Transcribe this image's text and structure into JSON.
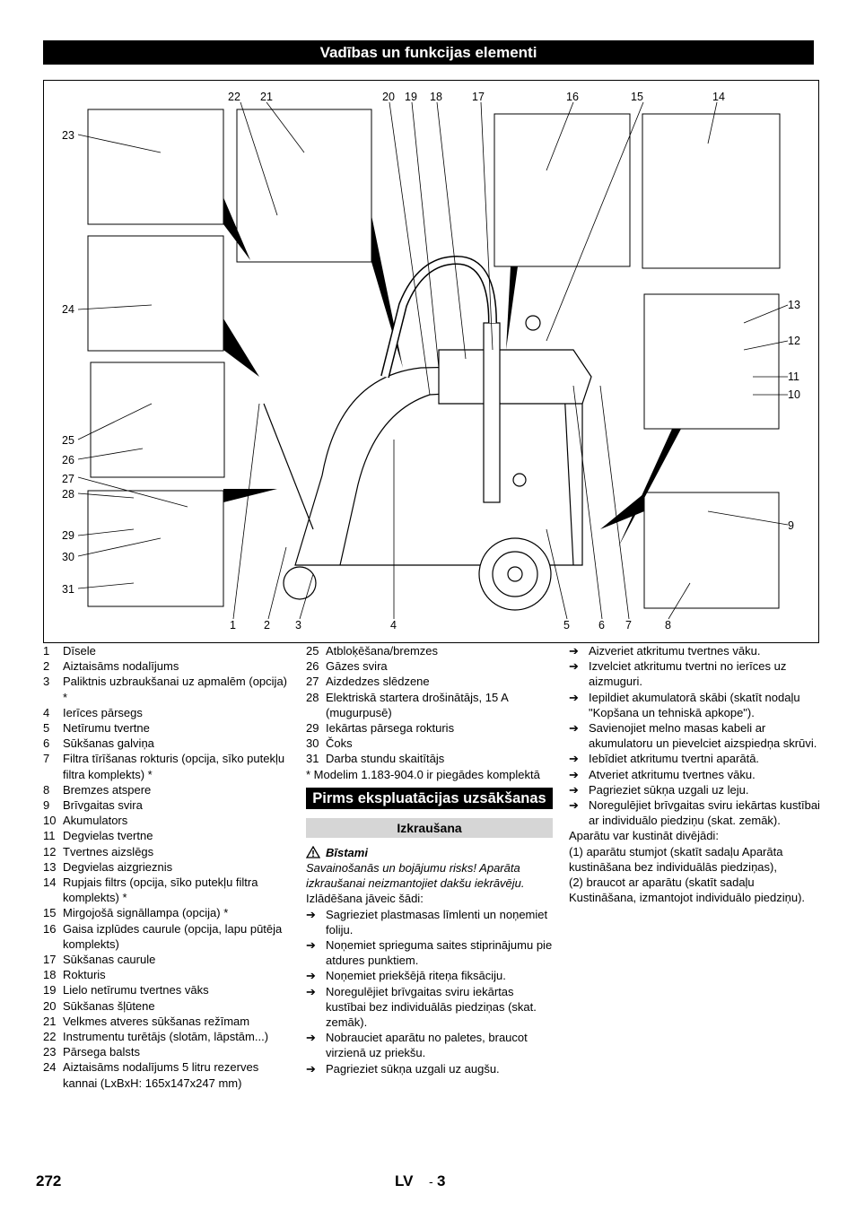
{
  "header": {
    "title": "Vadības un funkcijas elementi"
  },
  "figure": {
    "callouts_top": [
      "22",
      "21",
      "20",
      "19",
      "18",
      "17",
      "16",
      "15",
      "14"
    ],
    "callouts_left": [
      "23",
      "24",
      "25",
      "26",
      "27",
      "28",
      "29",
      "30",
      "31"
    ],
    "callouts_right": [
      "13",
      "12",
      "11",
      "10",
      "9"
    ],
    "callouts_bottom": [
      "1",
      "2",
      "3",
      "4",
      "5",
      "6",
      "7",
      "8"
    ]
  },
  "legend_col1": [
    {
      "n": "1",
      "t": "Dīsele"
    },
    {
      "n": "2",
      "t": "Aiztaisāms nodalījums"
    },
    {
      "n": "3",
      "t": "Paliktnis uzbraukšanai uz apmalēm (opcija) *"
    },
    {
      "n": "4",
      "t": "Ierīces pārsegs"
    },
    {
      "n": "5",
      "t": "Netīrumu tvertne"
    },
    {
      "n": "6",
      "t": "Sūkšanas galviņa"
    },
    {
      "n": "7",
      "t": "Filtra tīrīšanas rokturis (opcija, sīko putekļu filtra komplekts) *"
    },
    {
      "n": "8",
      "t": "Bremzes atspere"
    },
    {
      "n": "9",
      "t": "Brīvgaitas svira"
    },
    {
      "n": "10",
      "t": "Akumulators"
    },
    {
      "n": "11",
      "t": "Degvielas tvertne"
    },
    {
      "n": "12",
      "t": "Tvertnes aizslēgs"
    },
    {
      "n": "13",
      "t": "Degvielas aizgrieznis"
    },
    {
      "n": "14",
      "t": "Rupjais filtrs (opcija, sīko putekļu filtra komplekts) *"
    },
    {
      "n": "15",
      "t": "Mirgojošā signāllampa (opcija) *"
    },
    {
      "n": "16",
      "t": "Gaisa izplūdes caurule (opcija, lapu pūtēja komplekts)"
    },
    {
      "n": "17",
      "t": "Sūkšanas caurule"
    },
    {
      "n": "18",
      "t": "Rokturis"
    },
    {
      "n": "19",
      "t": "Lielo netīrumu tvertnes vāks"
    },
    {
      "n": "20",
      "t": "Sūkšanas šļūtene"
    },
    {
      "n": "21",
      "t": "Velkmes atveres sūkšanas režīmam"
    },
    {
      "n": "22",
      "t": "Instrumentu turētājs (slotām, lāpstām...)"
    },
    {
      "n": "23",
      "t": "Pārsega balsts"
    },
    {
      "n": "24",
      "t": "Aiztaisāms nodalījums 5 litru rezerves kannai (LxBxH: 165x147x247 mm)"
    }
  ],
  "legend_col2": [
    {
      "n": "25",
      "t": "Atbloķēšana/bremzes"
    },
    {
      "n": "26",
      "t": "Gāzes svira"
    },
    {
      "n": "27",
      "t": "Aizdedzes slēdzene"
    },
    {
      "n": "28",
      "t": "Elektriskā startera drošinātājs, 15 A (mugurpusē)"
    },
    {
      "n": "29",
      "t": "Iekārtas pārsega rokturis"
    },
    {
      "n": "30",
      "t": "Čoks"
    },
    {
      "n": "31",
      "t": "Darba stundu skaitītājs"
    }
  ],
  "footnote": "* Modelim 1.183-904.0 ir piegādes komplektā",
  "section_start": "Pirms ekspluatācijas uzsākšanas",
  "subsection_unpack": "Izkraušana",
  "danger_label": "Bīstami",
  "danger_text": "Savainošanās un bojājumu risks! Aparāta izkraušanai neizmantojiet dakšu iekrāvēju.",
  "unload_intro": "Izlādēšana jāveic šādi:",
  "unload_steps": [
    "Sagrieziet plastmasas līmlenti  un noņemiet foliju.",
    "Noņemiet sprieguma saites stiprinājumu pie atdures punktiem.",
    "Noņemiet priekšējā riteņa fiksāciju.",
    "Noregulējiet brīvgaitas sviru iekārtas kustībai bez individuālās piedziņas (skat. zemāk).",
    "Nobrauciet aparātu no paletes, braucot virzienā uz priekšu.",
    "Pagrieziet sūkņa uzgali uz augšu."
  ],
  "battery_steps": [
    "Aizveriet atkritumu tvertnes vāku.",
    "Izvelciet atkritumu tvertni no ierīces uz aizmuguri.",
    "Iepildiet akumulatorā skābi (skatīt nodaļu \"Kopšana un tehniskā apkope\").",
    "Savienojiet melno masas kabeli ar akumulatoru un pievelciet aizspiedņa skrūvi.",
    "Iebīdiet atkritumu tvertni aparātā.",
    "Atveriet atkritumu tvertnes vāku.",
    "Pagrieziet sūkņa uzgali uz leju.",
    "Noregulējiet brīvgaitas sviru iekārtas kustībai ar individuālo piedziņu (skat. zemāk)."
  ],
  "move_intro": "Aparātu var kustināt divējādi:",
  "move_1": "(1) aparātu stumjot (skatīt sadaļu Aparāta kustināšana bez individuālās piedziņas),",
  "move_2": "(2) braucot ar aparātu (skatīt sadaļu Kustināšana, izmantojot individuālo piedziņu).",
  "footer": {
    "page": "272",
    "lang": "LV",
    "dash": "-",
    "sub": "3"
  },
  "arrow_glyph": "➔"
}
